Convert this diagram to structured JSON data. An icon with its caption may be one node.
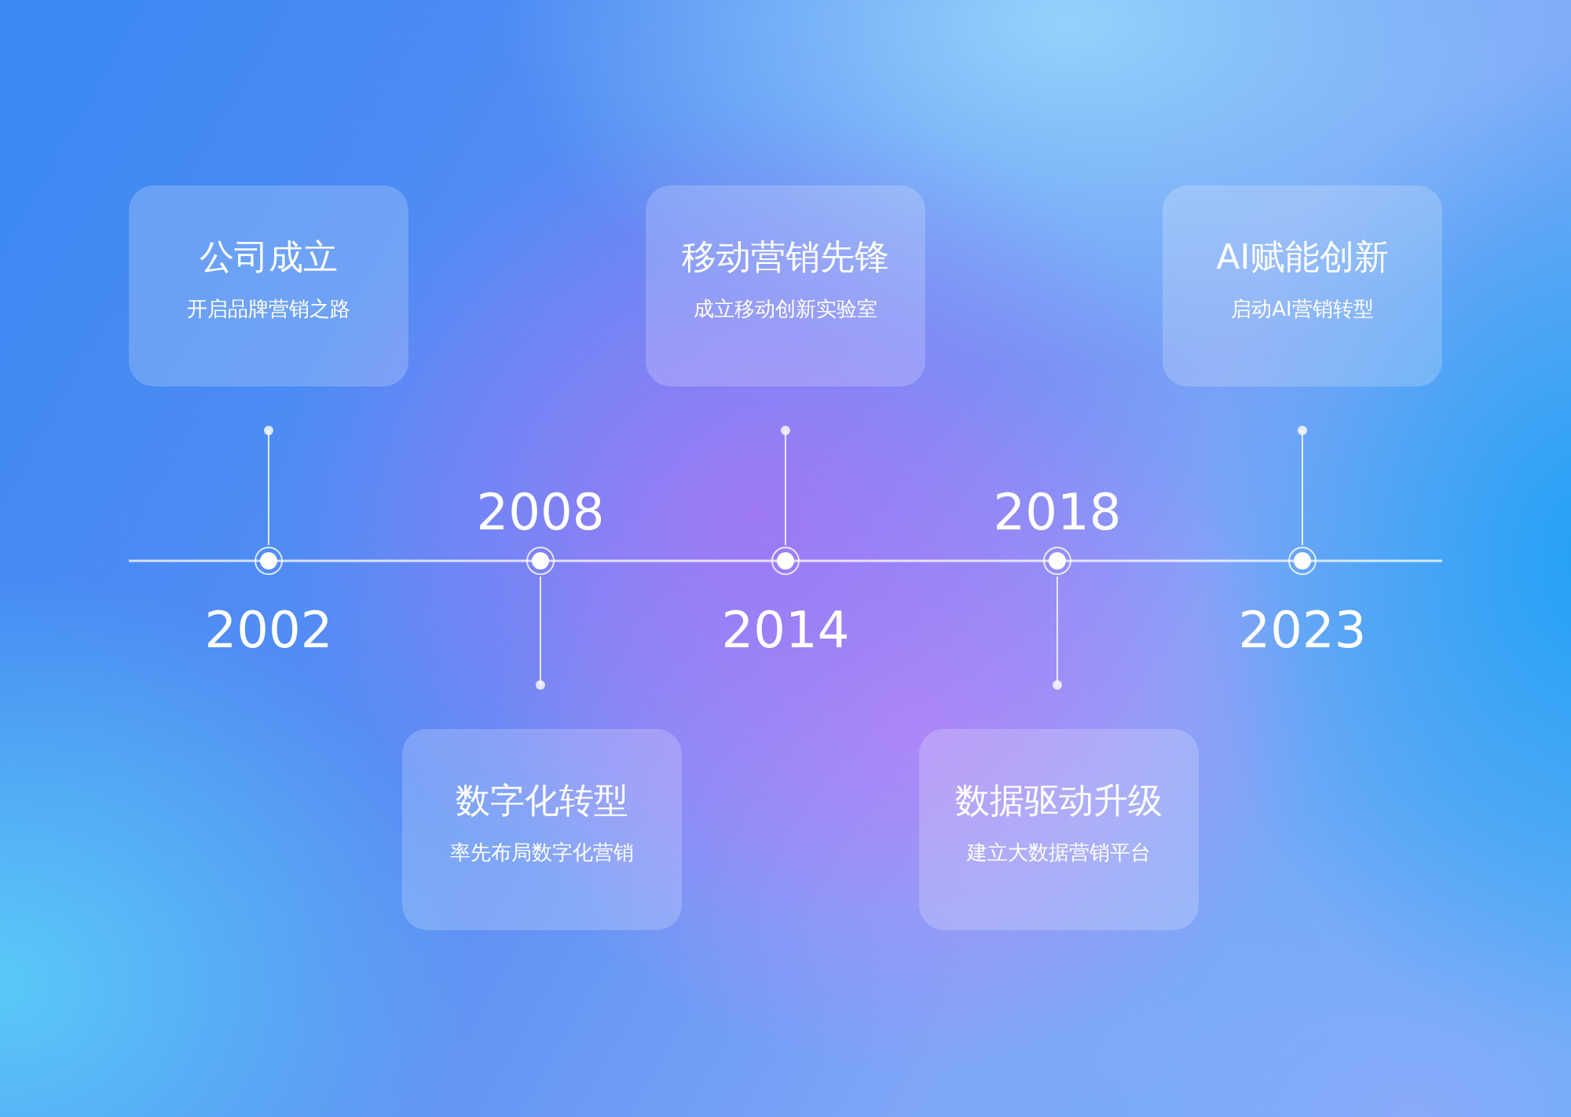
{
  "diagram": {
    "nodes": [
      {
        "text": [
          "公司成立",
          "开启品牌营销之路"
        ]
      },
      {
        "text": [
          "移动营销先锋",
          "成立移动创新实验室"
        ]
      },
      {
        "text": [
          "AI赋能创新",
          "启动AI营销转型"
        ]
      },
      {
        "text": [],
        "shape": "circle",
        "beside": [
          "2002"
        ]
      },
      {
        "text": [],
        "shape": "circle",
        "beside": [
          "2008"
        ]
      },
      {
        "text": [],
        "shape": "circle",
        "beside": [
          "2014"
        ]
      },
      {
        "text": [],
        "shape": "circle",
        "beside": [
          "2018"
        ]
      },
      {
        "text": [],
        "shape": "circle",
        "beside": [
          "2023"
        ]
      },
      {
        "text": [
          "数字化转型",
          "率先布局数字化营销"
        ]
      },
      {
        "text": [
          "数据驱动升级",
          "建立大数据营销平台"
        ]
      }
    ],
    "edges": [
      {
        "from": 0,
        "to": 3,
        "arrow": "other"
      },
      {
        "from": 8,
        "to": 4,
        "arrow": "other"
      },
      {
        "from": 1,
        "to": 5,
        "arrow": "other"
      },
      {
        "from": 9,
        "to": 6,
        "arrow": "other"
      },
      {
        "from": 2,
        "to": 7,
        "arrow": "other"
      }
    ]
  }
}
